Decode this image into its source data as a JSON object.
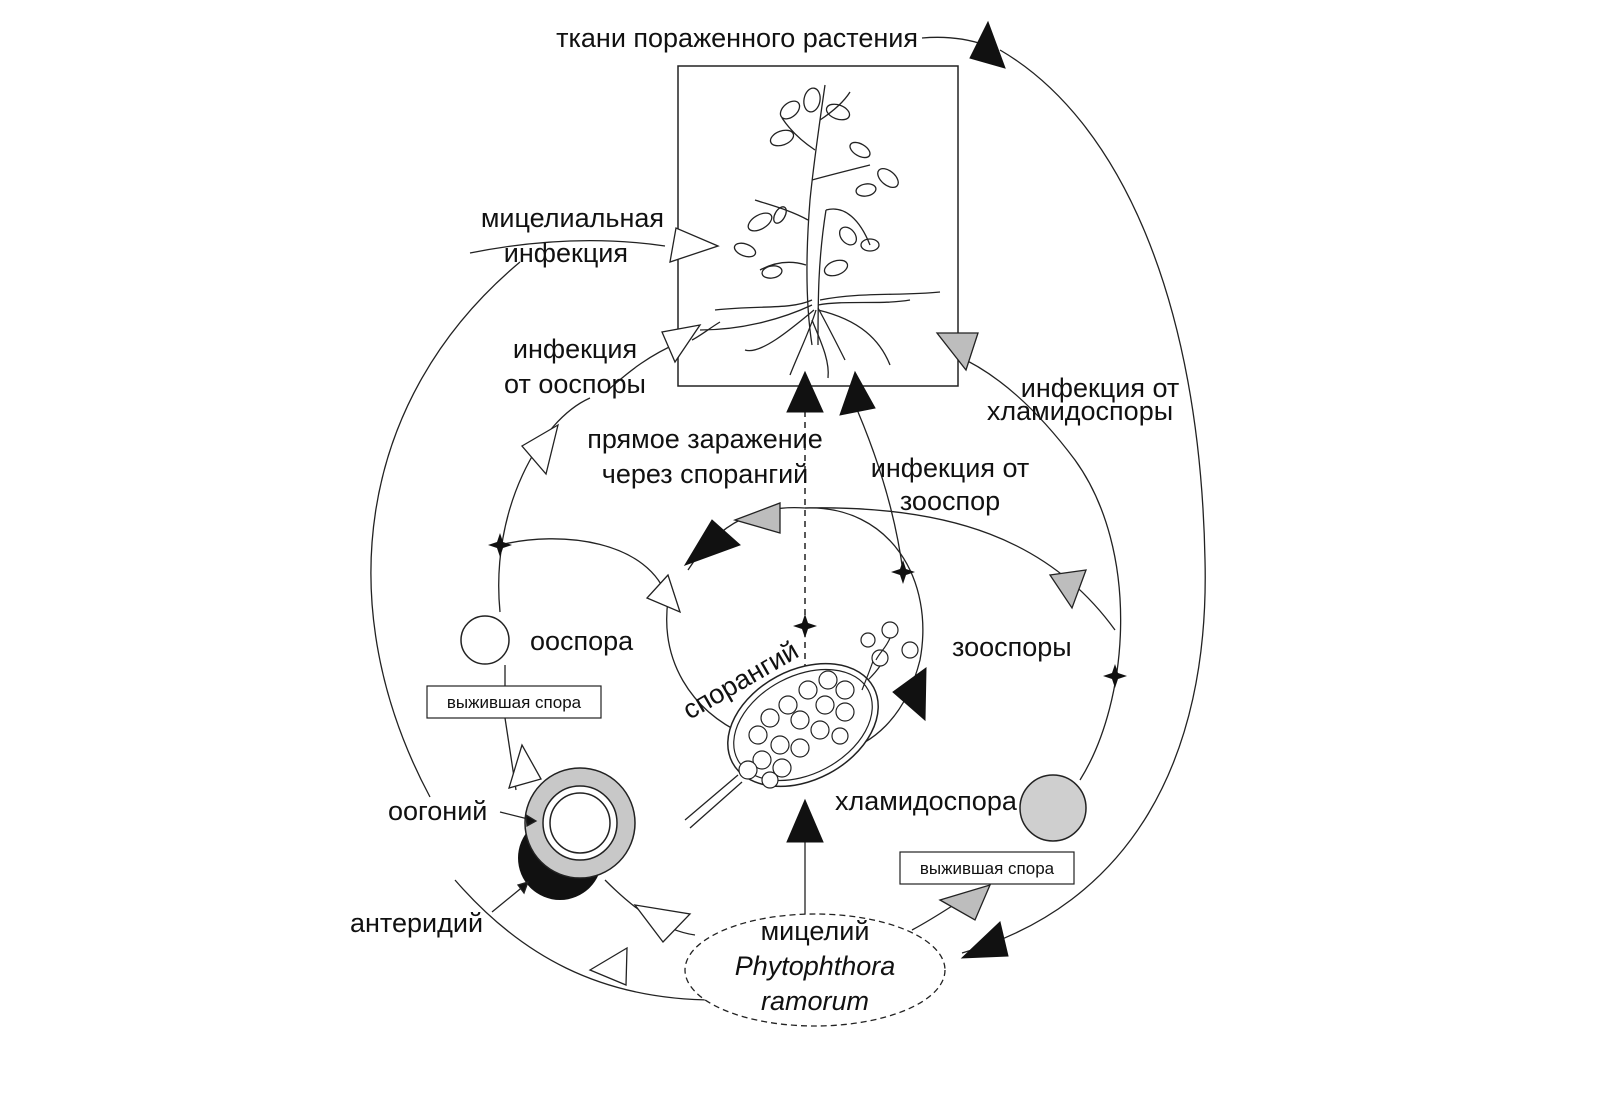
{
  "labels": {
    "plant_tissue": "ткани пораженного растения",
    "mycelial_infection": [
      "мицелиальная",
      "инфекция"
    ],
    "oospore_infection": [
      "инфекция",
      "от ооспоры"
    ],
    "direct_infection": [
      "прямое заражение",
      "через спорангий"
    ],
    "zoospore_infection": [
      "инфекция от",
      "зооспор"
    ],
    "chlamydospore_infection": [
      "инфекция от",
      "хламидоспоры"
    ],
    "oospore": "ооспора",
    "sporangium": "спорангий",
    "zoospores": "зооспоры",
    "chlamydospore": "хламидоспора",
    "oogonium": "оогоний",
    "antheridium": "антеридий",
    "mycelium": [
      "мицелий",
      "Phytophthora",
      "ramorum"
    ]
  },
  "boxes": {
    "surviving_spore_left": "выжившая спора",
    "surviving_spore_right": "выжившая спора"
  },
  "colors": {
    "line": "#222222",
    "black_arrow": "#111111",
    "gray_arrow": "#bdbdbd",
    "gray_fill": "#cfcfcf",
    "white": "#ffffff"
  }
}
